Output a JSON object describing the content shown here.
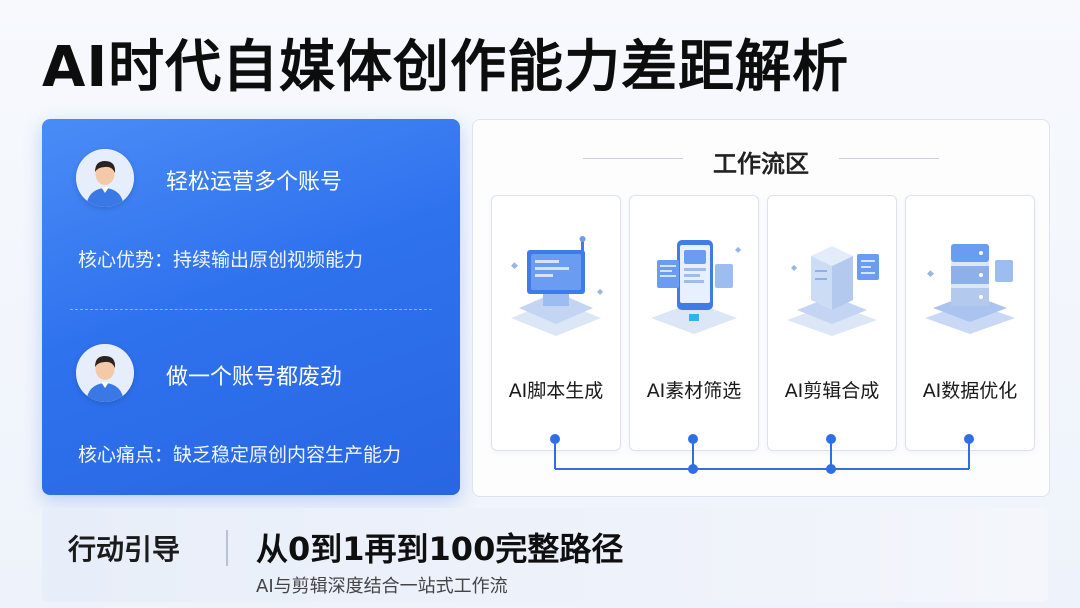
{
  "title": "AI时代自媒体创作能力差距解析",
  "profiles": [
    {
      "heading": "轻松运营多个账号",
      "note": "核心优势：持续输出原创视频能力"
    },
    {
      "heading": "做一个账号都废劲",
      "note": "核心痛点：缺乏稳定原创内容生产能力"
    }
  ],
  "workflow": {
    "title": "工作流区",
    "steps": [
      {
        "label": "AI脚本生成",
        "icon": "computer-icon"
      },
      {
        "label": "AI素材筛选",
        "icon": "tablet-icon"
      },
      {
        "label": "AI剪辑合成",
        "icon": "server-box-icon"
      },
      {
        "label": "AI数据优化",
        "icon": "server-stack-icon"
      }
    ]
  },
  "action": {
    "label": "行动引导",
    "headline": "从0到1再到100完整路径",
    "sub": "AI与剪辑深度结合一站式工作流"
  },
  "colors": {
    "accent": "#2f72ee",
    "node": "#2f6fe6"
  }
}
